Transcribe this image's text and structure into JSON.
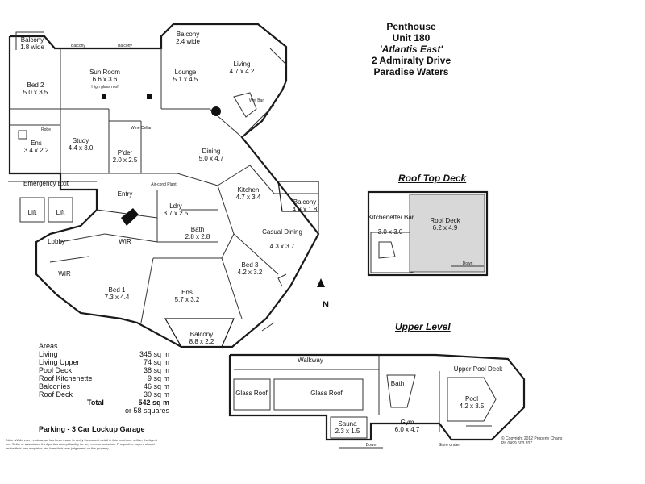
{
  "title": {
    "line1": "Penthouse",
    "line2": "Unit 180",
    "line3": "'Atlantis East'",
    "line4": "2 Admiralty Drive",
    "line5": "Paradise Waters"
  },
  "rooms": {
    "balcony_left": {
      "name": "Balcony",
      "size": "1.8 wide"
    },
    "bed2": {
      "name": "Bed 2",
      "size": "5.0 x 3.5"
    },
    "robe": {
      "name": "Robe"
    },
    "ens_left": {
      "name": "Ens",
      "size": "3.4 x 2.2"
    },
    "sun_room": {
      "name": "Sun Room",
      "size": "6.6 x 3.6",
      "note": "High glass roof"
    },
    "balcony_top": {
      "name": "Balcony",
      "size": "2.4 wide"
    },
    "balcony_small_a": {
      "name": "Balcony"
    },
    "balcony_small_b": {
      "name": "Balcony"
    },
    "lounge": {
      "name": "Lounge",
      "size": "5.1 x 4.5"
    },
    "living": {
      "name": "Living",
      "size": "4.7 x 4.2"
    },
    "wet_bar": {
      "name": "Wet Bar"
    },
    "study": {
      "name": "Study",
      "size": "4.4 x 3.0"
    },
    "wine_cellar": {
      "name": "Wine Cellar"
    },
    "pder": {
      "name": "P'der",
      "size": "2.0 x 2.5"
    },
    "dining": {
      "name": "Dining",
      "size": "5.0 x 4.7"
    },
    "kitchen": {
      "name": "Kitchen",
      "size": "4.7 x 3.4"
    },
    "balcony_right": {
      "name": "Balcony",
      "size": "4.3 x 1.8"
    },
    "casual_dining": {
      "name": "Casual Dining",
      "size": "4.3 x 3.7"
    },
    "emergency_exit": {
      "name": "Emergency Exit"
    },
    "entry": {
      "name": "Entry"
    },
    "lift1": {
      "name": "Lift"
    },
    "lift2": {
      "name": "Lift"
    },
    "lobby": {
      "name": "Lobby"
    },
    "airconditioned_plant": {
      "name": "Air-cond Plant"
    },
    "ldry": {
      "name": "Ldry",
      "size": "3.7 x 2.5"
    },
    "bath": {
      "name": "Bath",
      "size": "2.8 x 2.8"
    },
    "wir1": {
      "name": "WIR"
    },
    "wir2": {
      "name": "WIR"
    },
    "bed1": {
      "name": "Bed 1",
      "size": "7.3 x 4.4"
    },
    "ens": {
      "name": "Ens",
      "size": "5.7 x 3.2"
    },
    "bed3": {
      "name": "Bed 3",
      "size": "4.2 x 3.2"
    },
    "balcony_bottom": {
      "name": "Balcony",
      "size": "8.8 x 2.2"
    }
  },
  "compass_label": "N",
  "roof_top": {
    "heading": "Roof Top Deck",
    "kitchenette": {
      "name": "Kitchenette/ Bar",
      "size": "3.0 x 3.0"
    },
    "deck": {
      "name": "Roof Deck",
      "size": "6.2 x 4.9"
    },
    "down": "Down"
  },
  "upper_level": {
    "heading": "Upper Level",
    "walkway": "Walkway",
    "glass_roof_1": "Glass Roof",
    "glass_roof_2": "Glass Roof",
    "bath": "Bath",
    "gym": {
      "name": "Gym",
      "size": "6.0 x 4.7"
    },
    "sauna": {
      "name": "Sauna",
      "size": "2.3 x 1.5"
    },
    "upper_pool_deck": "Upper Pool Deck",
    "pool": {
      "name": "Pool",
      "size": "4.2 x 3.5"
    },
    "store": "Store under",
    "down": "Down"
  },
  "areas": {
    "heading": "Areas",
    "rows": [
      {
        "label": "Living",
        "value": "345 sq m"
      },
      {
        "label": "Living Upper",
        "value": "74 sq m"
      },
      {
        "label": "Pool Deck",
        "value": "38 sq m"
      },
      {
        "label": "Roof Kitchenette",
        "value": "9 sq m"
      },
      {
        "label": "Balconies",
        "value": "46 sq m"
      },
      {
        "label": "Roof Deck",
        "value": "30 sq m"
      }
    ],
    "total_label": "Total",
    "total_value": "542 sq m",
    "alt": "or 58 squares"
  },
  "parking": "Parking - 3 Car Lockup Garage",
  "note": "Note: While every endeavour has been made to verify the correct detail in this brochure, neither the Agent nor Seller or associated third parties accept liability for any error or omission. Prospective buyers should make their own enquiries and form their own judgement on the property.",
  "copyright": "© Copyright 2012 Property Charts Ph 0499 603 707"
}
